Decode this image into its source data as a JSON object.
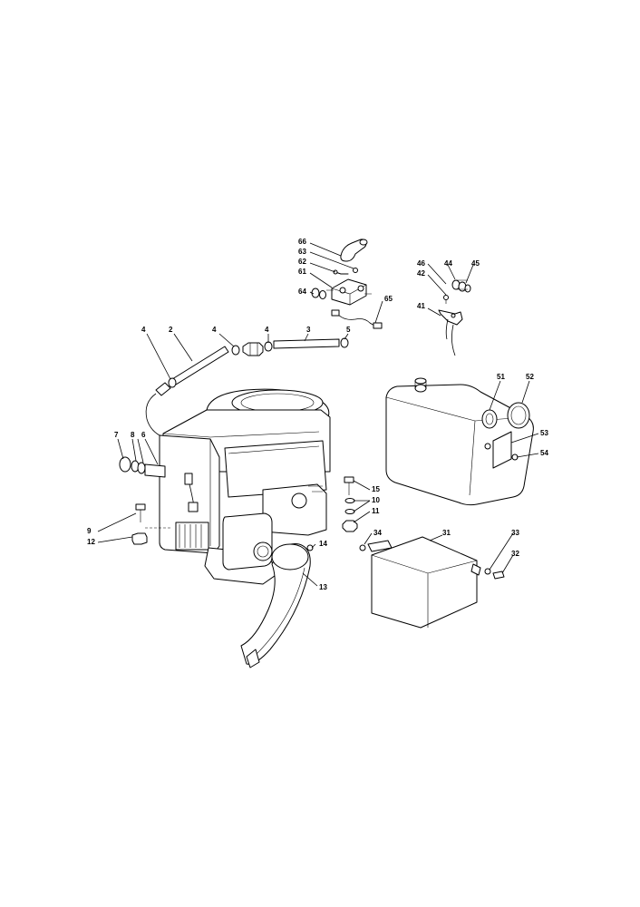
{
  "diagram": {
    "callouts": [
      {
        "id": "c66",
        "text": "66"
      },
      {
        "id": "c63",
        "text": "63"
      },
      {
        "id": "c62",
        "text": "62"
      },
      {
        "id": "c61",
        "text": "61"
      },
      {
        "id": "c64",
        "text": "64"
      },
      {
        "id": "c65",
        "text": "65"
      },
      {
        "id": "c46",
        "text": "46"
      },
      {
        "id": "c44",
        "text": "44"
      },
      {
        "id": "c45",
        "text": "45"
      },
      {
        "id": "c42",
        "text": "42"
      },
      {
        "id": "c41",
        "text": "41"
      },
      {
        "id": "c4a",
        "text": "4"
      },
      {
        "id": "c2",
        "text": "2"
      },
      {
        "id": "c4b",
        "text": "4"
      },
      {
        "id": "c4c",
        "text": "4"
      },
      {
        "id": "c3",
        "text": "3"
      },
      {
        "id": "c5",
        "text": "5"
      },
      {
        "id": "c51",
        "text": "51"
      },
      {
        "id": "c52",
        "text": "52"
      },
      {
        "id": "c53",
        "text": "53"
      },
      {
        "id": "c54",
        "text": "54"
      },
      {
        "id": "c7",
        "text": "7"
      },
      {
        "id": "c8",
        "text": "8"
      },
      {
        "id": "c6",
        "text": "6"
      },
      {
        "id": "c15",
        "text": "15"
      },
      {
        "id": "c10",
        "text": "10"
      },
      {
        "id": "c11",
        "text": "11"
      },
      {
        "id": "c9",
        "text": "9"
      },
      {
        "id": "c12",
        "text": "12"
      },
      {
        "id": "c14",
        "text": "14"
      },
      {
        "id": "c13",
        "text": "13"
      },
      {
        "id": "c34",
        "text": "34"
      },
      {
        "id": "c31",
        "text": "31"
      },
      {
        "id": "c33",
        "text": "33"
      },
      {
        "id": "c32",
        "text": "32"
      }
    ]
  }
}
